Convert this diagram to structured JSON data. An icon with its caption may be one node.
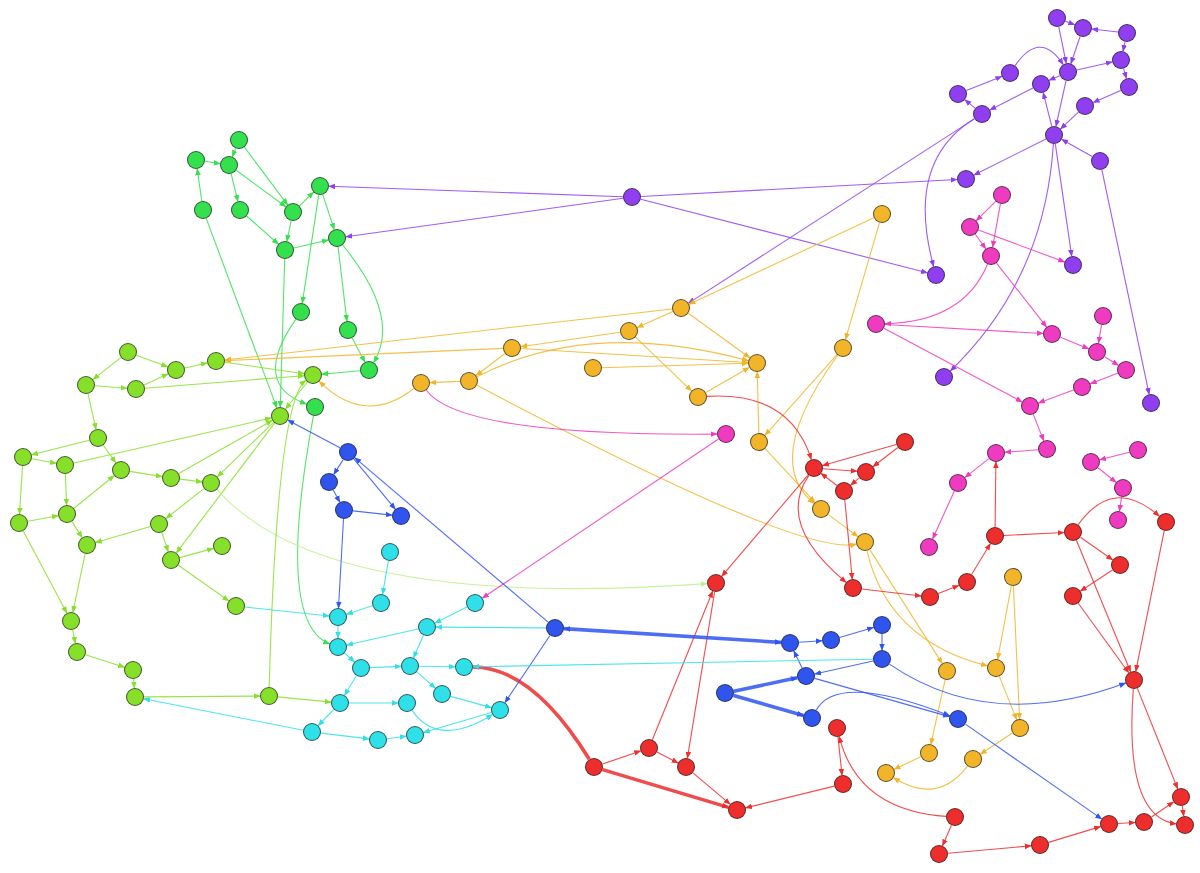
{
  "diagram": {
    "nodes": [
      {
        "text": [],
        "shape": "circle"
      },
      {
        "text": [],
        "shape": "circle"
      },
      {
        "text": [],
        "shape": "circle"
      },
      {
        "text": [],
        "shape": "circle"
      },
      {
        "text": [],
        "shape": "circle"
      },
      {
        "text": [],
        "shape": "circle"
      },
      {
        "text": [],
        "shape": "circle"
      },
      {
        "text": [],
        "shape": "circle"
      },
      {
        "text": [],
        "shape": "circle"
      },
      {
        "text": [],
        "shape": "circle"
      },
      {
        "text": [],
        "shape": "circle"
      },
      {
        "text": [],
        "shape": "circle"
      },
      {
        "text": [],
        "shape": "circle"
      },
      {
        "text": [],
        "shape": "circle"
      },
      {
        "text": [],
        "shape": "circle"
      },
      {
        "text": [],
        "shape": "circle"
      },
      {
        "text": [],
        "shape": "circle"
      },
      {
        "text": [],
        "shape": "circle"
      },
      {
        "text": [],
        "shape": "circle"
      },
      {
        "text": [],
        "shape": "circle"
      },
      {
        "text": [],
        "shape": "circle"
      },
      {
        "text": [],
        "shape": "circle"
      },
      {
        "text": [],
        "shape": "circle"
      },
      {
        "text": [],
        "shape": "circle"
      },
      {
        "text": [],
        "shape": "circle"
      },
      {
        "text": [],
        "shape": "circle"
      },
      {
        "text": [],
        "shape": "circle"
      },
      {
        "text": [],
        "shape": "circle"
      },
      {
        "text": [],
        "shape": "circle"
      },
      {
        "text": [],
        "shape": "circle"
      },
      {
        "text": [],
        "shape": "circle"
      },
      {
        "text": [],
        "shape": "circle"
      },
      {
        "text": [],
        "shape": "circle"
      },
      {
        "text": [],
        "shape": "circle"
      },
      {
        "text": [],
        "shape": "circle"
      },
      {
        "text": [],
        "shape": "circle"
      },
      {
        "text": [],
        "shape": "circle"
      },
      {
        "text": [],
        "shape": "circle"
      },
      {
        "text": [],
        "shape": "circle"
      },
      {
        "text": [],
        "shape": "circle"
      },
      {
        "text": [],
        "shape": "circle"
      },
      {
        "text": [],
        "shape": "circle"
      },
      {
        "text": [],
        "shape": "circle"
      },
      {
        "text": [],
        "shape": "circle"
      },
      {
        "text": [],
        "shape": "circle"
      },
      {
        "text": [],
        "shape": "circle"
      },
      {
        "text": [],
        "shape": "circle"
      },
      {
        "text": [],
        "shape": "circle"
      },
      {
        "text": [],
        "shape": "circle"
      },
      {
        "text": [],
        "shape": "circle"
      },
      {
        "text": [],
        "shape": "circle"
      },
      {
        "text": [],
        "shape": "circle"
      },
      {
        "text": [],
        "shape": "circle"
      },
      {
        "text": [],
        "shape": "circle"
      },
      {
        "text": [],
        "shape": "circle"
      },
      {
        "text": [],
        "shape": "circle"
      },
      {
        "text": [],
        "shape": "circle"
      },
      {
        "text": [],
        "shape": "circle"
      },
      {
        "text": [],
        "shape": "circle"
      },
      {
        "text": [],
        "shape": "circle"
      },
      {
        "text": [],
        "shape": "circle"
      },
      {
        "text": [],
        "shape": "circle"
      },
      {
        "text": [],
        "shape": "circle"
      },
      {
        "text": [],
        "shape": "circle"
      },
      {
        "text": [],
        "shape": "circle"
      },
      {
        "text": [],
        "shape": "circle"
      },
      {
        "text": [],
        "shape": "circle"
      },
      {
        "text": [],
        "shape": "circle"
      },
      {
        "text": [],
        "shape": "circle"
      },
      {
        "text": [],
        "shape": "circle"
      },
      {
        "text": [],
        "shape": "circle"
      },
      {
        "text": [],
        "shape": "circle"
      },
      {
        "text": [],
        "shape": "circle"
      },
      {
        "text": [],
        "shape": "circle"
      },
      {
        "text": [],
        "shape": "circle"
      },
      {
        "text": [],
        "shape": "circle"
      },
      {
        "text": [],
        "shape": "circle"
      },
      {
        "text": [],
        "shape": "circle"
      },
      {
        "text": [],
        "shape": "circle"
      },
      {
        "text": [],
        "shape": "circle"
      },
      {
        "text": [],
        "shape": "circle"
      },
      {
        "text": [],
        "shape": "circle"
      },
      {
        "text": [],
        "shape": "circle"
      },
      {
        "text": [],
        "shape": "circle"
      },
      {
        "text": [],
        "shape": "circle"
      },
      {
        "text": [],
        "shape": "circle"
      },
      {
        "text": [],
        "shape": "circle"
      },
      {
        "text": [],
        "shape": "circle"
      },
      {
        "text": [],
        "shape": "circle"
      },
      {
        "text": [],
        "shape": "circle"
      },
      {
        "text": [],
        "shape": "circle"
      },
      {
        "text": [],
        "shape": "circle"
      },
      {
        "text": [],
        "shape": "circle"
      },
      {
        "text": [],
        "shape": "circle"
      },
      {
        "text": [],
        "shape": "circle"
      },
      {
        "text": [],
        "shape": "circle"
      },
      {
        "text": [],
        "shape": "circle"
      },
      {
        "text": [],
        "shape": "circle"
      },
      {
        "text": [],
        "shape": "circle"
      },
      {
        "text": [],
        "shape": "circle"
      },
      {
        "text": [],
        "shape": "circle"
      },
      {
        "text": [],
        "shape": "circle"
      },
      {
        "text": [],
        "shape": "circle"
      },
      {
        "text": [],
        "shape": "circle"
      },
      {
        "text": [],
        "shape": "circle"
      },
      {
        "text": [],
        "shape": "circle"
      },
      {
        "text": [],
        "shape": "circle"
      },
      {
        "text": [],
        "shape": "circle"
      },
      {
        "text": [],
        "shape": "circle"
      },
      {
        "text": [],
        "shape": "circle"
      },
      {
        "text": [],
        "shape": "circle"
      },
      {
        "text": [],
        "shape": "circle"
      },
      {
        "text": [],
        "shape": "circle"
      },
      {
        "text": [],
        "shape": "circle"
      },
      {
        "text": [],
        "shape": "circle"
      },
      {
        "text": [],
        "shape": "circle"
      },
      {
        "text": [],
        "shape": "circle"
      },
      {
        "text": [],
        "shape": "circle"
      },
      {
        "text": [],
        "shape": "circle"
      },
      {
        "text": [],
        "shape": "circle"
      },
      {
        "text": [],
        "shape": "circle"
      },
      {
        "text": [],
        "shape": "circle"
      },
      {
        "text": [],
        "shape": "circle"
      },
      {
        "text": [],
        "shape": "circle"
      },
      {
        "text": [],
        "shape": "circle"
      },
      {
        "text": [],
        "shape": "circle"
      },
      {
        "text": [],
        "shape": "circle"
      },
      {
        "text": [],
        "shape": "circle"
      },
      {
        "text": [],
        "shape": "circle"
      },
      {
        "text": [],
        "shape": "circle"
      },
      {
        "text": [],
        "shape": "circle"
      },
      {
        "text": [],
        "shape": "circle"
      },
      {
        "text": [],
        "shape": "circle"
      },
      {
        "text": [],
        "shape": "circle"
      },
      {
        "text": [],
        "shape": "circle"
      },
      {
        "text": [],
        "shape": "circle"
      },
      {
        "text": [],
        "shape": "circle"
      },
      {
        "text": [],
        "shape": "circle"
      },
      {
        "text": [],
        "shape": "circle"
      },
      {
        "text": [],
        "shape": "circle"
      },
      {
        "text": [],
        "shape": "circle"
      },
      {
        "text": [],
        "shape": "circle"
      },
      {
        "text": [],
        "shape": "circle"
      },
      {
        "text": [],
        "shape": "circle"
      },
      {
        "text": [],
        "shape": "circle"
      },
      {
        "text": [],
        "shape": "circle"
      },
      {
        "text": [],
        "shape": "circle"
      },
      {
        "text": [],
        "shape": "circle"
      },
      {
        "text": [],
        "shape": "circle"
      },
      {
        "text": [],
        "shape": "circle"
      },
      {
        "text": [],
        "shape": "circle"
      },
      {
        "text": [],
        "shape": "circle"
      }
    ],
    "edges": [
      {
        "from": 0,
        "to": 25,
        "arrow": "to",
        "color": "#8f3ff0"
      },
      {
        "from": 0,
        "to": 27,
        "arrow": "to",
        "color": "#8f3ff0"
      },
      {
        "from": 0,
        "to": 14,
        "arrow": "to",
        "color": "#8f3ff0"
      },
      {
        "from": 0,
        "to": 15,
        "arrow": "to",
        "color": "#8f3ff0"
      },
      {
        "from": 4,
        "to": 5,
        "arrow": "to",
        "color": "#8f3ff0"
      },
      {
        "from": 5,
        "to": 9,
        "arrow": "to",
        "color": "#8f3ff0"
      },
      {
        "from": 9,
        "to": 11,
        "arrow": "to",
        "color": "#8f3ff0"
      },
      {
        "from": 11,
        "to": 8,
        "arrow": "to",
        "color": "#8f3ff0"
      },
      {
        "from": 8,
        "to": 4,
        "arrow": "to",
        "color": "#8f3ff0"
      },
      {
        "from": 5,
        "to": 6,
        "arrow": "to",
        "color": "#8f3ff0"
      },
      {
        "from": 6,
        "to": 7,
        "arrow": "to",
        "color": "#8f3ff0"
      },
      {
        "from": 7,
        "to": 10,
        "arrow": "to",
        "color": "#8f3ff0"
      },
      {
        "from": 10,
        "to": 12,
        "arrow": "to",
        "color": "#8f3ff0"
      },
      {
        "from": 12,
        "to": 9,
        "arrow": "to",
        "color": "#8f3ff0"
      },
      {
        "from": 5,
        "to": 12,
        "arrow": "to",
        "color": "#8f3ff0"
      },
      {
        "from": 3,
        "to": 2,
        "arrow": "to",
        "color": "#8f3ff0"
      },
      {
        "from": 1,
        "to": 2,
        "arrow": "to",
        "color": "#8f3ff0"
      },
      {
        "from": 1,
        "to": 5,
        "arrow": "to",
        "color": "#8f3ff0"
      },
      {
        "from": 2,
        "to": 5,
        "arrow": "to",
        "color": "#8f3ff0"
      },
      {
        "from": 3,
        "to": 6,
        "arrow": "to",
        "color": "#8f3ff0"
      },
      {
        "from": 12,
        "to": 14,
        "arrow": "to",
        "color": "#8f3ff0"
      },
      {
        "from": 13,
        "to": 12,
        "arrow": "to",
        "color": "#8f3ff0"
      },
      {
        "from": 12,
        "to": 16,
        "arrow": "to",
        "color": "#8f3ff0"
      },
      {
        "from": 13,
        "to": 18,
        "arrow": "to",
        "color": "#8f3ff0"
      },
      {
        "from": 11,
        "to": 15,
        "arrow": "to",
        "color": "#8f3ff0"
      },
      {
        "from": 12,
        "to": 17,
        "arrow": "to",
        "color": "#8f3ff0"
      },
      {
        "from": 11,
        "to": 58,
        "arrow": "to",
        "color": "#8f3ff0"
      },
      {
        "from": 19,
        "to": 21,
        "arrow": "to",
        "color": "#35e04f"
      },
      {
        "from": 20,
        "to": 21,
        "arrow": "to",
        "color": "#35e04f"
      },
      {
        "from": 21,
        "to": 23,
        "arrow": "to",
        "color": "#35e04f"
      },
      {
        "from": 22,
        "to": 19,
        "arrow": "to",
        "color": "#35e04f"
      },
      {
        "from": 22,
        "to": 38,
        "arrow": "to",
        "color": "#35e04f"
      },
      {
        "from": 20,
        "to": 24,
        "arrow": "to",
        "color": "#35e04f"
      },
      {
        "from": 21,
        "to": 24,
        "arrow": "to",
        "color": "#35e04f"
      },
      {
        "from": 23,
        "to": 26,
        "arrow": "to",
        "color": "#35e04f"
      },
      {
        "from": 24,
        "to": 25,
        "arrow": "to",
        "color": "#35e04f"
      },
      {
        "from": 25,
        "to": 27,
        "arrow": "to",
        "color": "#35e04f"
      },
      {
        "from": 24,
        "to": 26,
        "arrow": "to",
        "color": "#35e04f"
      },
      {
        "from": 26,
        "to": 27,
        "arrow": "to",
        "color": "#35e04f"
      },
      {
        "from": 25,
        "to": 28,
        "arrow": "to",
        "color": "#35e04f"
      },
      {
        "from": 27,
        "to": 29,
        "arrow": "to",
        "color": "#35e04f"
      },
      {
        "from": 28,
        "to": 30,
        "arrow": "to",
        "color": "#35e04f"
      },
      {
        "from": 26,
        "to": 38,
        "arrow": "to",
        "color": "#35e04f"
      },
      {
        "from": 27,
        "to": 31,
        "arrow": "to",
        "color": "#35e04f"
      },
      {
        "from": 30,
        "to": 141,
        "arrow": "to",
        "color": "#35e04f"
      },
      {
        "from": 29,
        "to": 31,
        "arrow": "to",
        "color": "#35e04f"
      },
      {
        "from": 31,
        "to": 37,
        "arrow": "to",
        "color": "#35e04f"
      },
      {
        "from": 32,
        "to": 33,
        "arrow": "to",
        "color": "#86e02a"
      },
      {
        "from": 33,
        "to": 34,
        "arrow": "to",
        "color": "#86e02a"
      },
      {
        "from": 32,
        "to": 35,
        "arrow": "to",
        "color": "#86e02a"
      },
      {
        "from": 35,
        "to": 36,
        "arrow": "to",
        "color": "#86e02a"
      },
      {
        "from": 36,
        "to": 33,
        "arrow": "to",
        "color": "#86e02a"
      },
      {
        "from": 35,
        "to": 39,
        "arrow": "to",
        "color": "#86e02a"
      },
      {
        "from": 39,
        "to": 40,
        "arrow": "to",
        "color": "#86e02a"
      },
      {
        "from": 39,
        "to": 42,
        "arrow": "to",
        "color": "#86e02a"
      },
      {
        "from": 42,
        "to": 43,
        "arrow": "to",
        "color": "#86e02a"
      },
      {
        "from": 40,
        "to": 41,
        "arrow": "to",
        "color": "#86e02a"
      },
      {
        "from": 41,
        "to": 46,
        "arrow": "to",
        "color": "#86e02a"
      },
      {
        "from": 40,
        "to": 45,
        "arrow": "to",
        "color": "#86e02a"
      },
      {
        "from": 45,
        "to": 52,
        "arrow": "to",
        "color": "#86e02a"
      },
      {
        "from": 46,
        "to": 48,
        "arrow": "to",
        "color": "#86e02a"
      },
      {
        "from": 47,
        "to": 48,
        "arrow": "to",
        "color": "#86e02a"
      },
      {
        "from": 43,
        "to": 44,
        "arrow": "to",
        "color": "#86e02a"
      },
      {
        "from": 44,
        "to": 47,
        "arrow": "to",
        "color": "#86e02a"
      },
      {
        "from": 47,
        "to": 49,
        "arrow": "to",
        "color": "#86e02a"
      },
      {
        "from": 49,
        "to": 50,
        "arrow": "to",
        "color": "#86e02a"
      },
      {
        "from": 49,
        "to": 51,
        "arrow": "to",
        "color": "#86e02a"
      },
      {
        "from": 48,
        "to": 52,
        "arrow": "to",
        "color": "#86e02a"
      },
      {
        "from": 52,
        "to": 53,
        "arrow": "to",
        "color": "#86e02a"
      },
      {
        "from": 53,
        "to": 54,
        "arrow": "to",
        "color": "#86e02a"
      },
      {
        "from": 54,
        "to": 55,
        "arrow": "to",
        "color": "#86e02a"
      },
      {
        "from": 55,
        "to": 56,
        "arrow": "to",
        "color": "#86e02a"
      },
      {
        "from": 38,
        "to": 44,
        "arrow": "to",
        "color": "#86e02a"
      },
      {
        "from": 37,
        "to": 38,
        "arrow": "to",
        "color": "#86e02a"
      },
      {
        "from": 36,
        "to": 37,
        "arrow": "to",
        "color": "#86e02a"
      },
      {
        "from": 41,
        "to": 38,
        "arrow": "to",
        "color": "#86e02a"
      },
      {
        "from": 43,
        "to": 38,
        "arrow": "to",
        "color": "#86e02a"
      },
      {
        "from": 38,
        "to": 49,
        "arrow": "to",
        "color": "#86e02a"
      },
      {
        "from": 34,
        "to": 37,
        "arrow": "to",
        "color": "#86e02a"
      },
      {
        "from": 45,
        "to": 46,
        "arrow": "to",
        "color": "#86e02a"
      },
      {
        "from": 46,
        "to": 42,
        "arrow": "to",
        "color": "#86e02a"
      },
      {
        "from": 44,
        "to": 105,
        "arrow": "to",
        "color": "#bdf08a"
      },
      {
        "from": 56,
        "to": 37,
        "arrow": "to",
        "color": "#86e02a"
      },
      {
        "from": 58,
        "to": 59,
        "arrow": "to",
        "color": "#f2b52a"
      },
      {
        "from": 59,
        "to": 60,
        "arrow": "to",
        "color": "#f2b52a"
      },
      {
        "from": 60,
        "to": 62,
        "arrow": "to",
        "color": "#f2b52a"
      },
      {
        "from": 62,
        "to": 63,
        "arrow": "to",
        "color": "#f2b52a"
      },
      {
        "from": 61,
        "to": 64,
        "arrow": "to",
        "color": "#f2b52a"
      },
      {
        "from": 60,
        "to": 64,
        "arrow": "to",
        "color": "#f2b52a"
      },
      {
        "from": 62,
        "to": 64,
        "arrow": "to",
        "color": "#f2b52a"
      },
      {
        "from": 58,
        "to": 64,
        "arrow": "to",
        "color": "#f2b52a"
      },
      {
        "from": 59,
        "to": 66,
        "arrow": "to",
        "color": "#f2b52a"
      },
      {
        "from": 66,
        "to": 64,
        "arrow": "to",
        "color": "#f2b52a"
      },
      {
        "from": 67,
        "to": 64,
        "arrow": "to",
        "color": "#f2b52a"
      },
      {
        "from": 65,
        "to": 67,
        "arrow": "to",
        "color": "#f2b52a"
      },
      {
        "from": 57,
        "to": 65,
        "arrow": "to",
        "color": "#f2b52a"
      },
      {
        "from": 57,
        "to": 58,
        "arrow": "to",
        "color": "#f2b52a"
      },
      {
        "from": 65,
        "to": 68,
        "arrow": "to",
        "color": "#f2b52a"
      },
      {
        "from": 67,
        "to": 68,
        "arrow": "to",
        "color": "#f2b52a"
      },
      {
        "from": 68,
        "to": 69,
        "arrow": "to",
        "color": "#f2b52a"
      },
      {
        "from": 62,
        "to": 69,
        "arrow": "to",
        "color": "#f2b52a"
      },
      {
        "from": 60,
        "to": 34,
        "arrow": "to",
        "color": "#f2b52a"
      },
      {
        "from": 63,
        "to": 37,
        "arrow": "to",
        "color": "#f2b52a"
      },
      {
        "from": 58,
        "to": 34,
        "arrow": "to",
        "color": "#f2b52a"
      },
      {
        "from": 69,
        "to": 71,
        "arrow": "to",
        "color": "#f2b52a"
      },
      {
        "from": 69,
        "to": 72,
        "arrow": "to",
        "color": "#f2b52a"
      },
      {
        "from": 70,
        "to": 73,
        "arrow": "to",
        "color": "#f2b52a"
      },
      {
        "from": 72,
        "to": 73,
        "arrow": "to",
        "color": "#f2b52a"
      },
      {
        "from": 71,
        "to": 74,
        "arrow": "to",
        "color": "#f2b52a"
      },
      {
        "from": 73,
        "to": 75,
        "arrow": "to",
        "color": "#f2b52a"
      },
      {
        "from": 74,
        "to": 76,
        "arrow": "to",
        "color": "#f2b52a"
      },
      {
        "from": 75,
        "to": 76,
        "arrow": "to",
        "color": "#f2b52a"
      },
      {
        "from": 70,
        "to": 72,
        "arrow": "to",
        "color": "#f2b52a"
      },
      {
        "from": 77,
        "to": 78,
        "arrow": "to",
        "color": "#ee3bbf"
      },
      {
        "from": 78,
        "to": 79,
        "arrow": "to",
        "color": "#ee3bbf"
      },
      {
        "from": 79,
        "to": 80,
        "arrow": "to",
        "color": "#ee3bbf"
      },
      {
        "from": 77,
        "to": 79,
        "arrow": "to",
        "color": "#ee3bbf"
      },
      {
        "from": 79,
        "to": 81,
        "arrow": "to",
        "color": "#ee3bbf"
      },
      {
        "from": 81,
        "to": 83,
        "arrow": "to",
        "color": "#ee3bbf"
      },
      {
        "from": 82,
        "to": 83,
        "arrow": "to",
        "color": "#ee3bbf"
      },
      {
        "from": 83,
        "to": 84,
        "arrow": "to",
        "color": "#ee3bbf"
      },
      {
        "from": 84,
        "to": 85,
        "arrow": "to",
        "color": "#ee3bbf"
      },
      {
        "from": 85,
        "to": 86,
        "arrow": "to",
        "color": "#ee3bbf"
      },
      {
        "from": 86,
        "to": 89,
        "arrow": "to",
        "color": "#ee3bbf"
      },
      {
        "from": 89,
        "to": 90,
        "arrow": "to",
        "color": "#ee3bbf"
      },
      {
        "from": 90,
        "to": 91,
        "arrow": "to",
        "color": "#ee3bbf"
      },
      {
        "from": 87,
        "to": 88,
        "arrow": "to",
        "color": "#ee3bbf"
      },
      {
        "from": 88,
        "to": 92,
        "arrow": "to",
        "color": "#ee3bbf"
      },
      {
        "from": 92,
        "to": 93,
        "arrow": "to",
        "color": "#ee3bbf"
      },
      {
        "from": 91,
        "to": 94,
        "arrow": "to",
        "color": "#ee3bbf"
      },
      {
        "from": 95,
        "to": 139,
        "arrow": "to",
        "color": "#ee3bbf"
      },
      {
        "from": 63,
        "to": 95,
        "arrow": "to",
        "color": "#ee3bbf"
      },
      {
        "from": 80,
        "to": 86,
        "arrow": "to",
        "color": "#ee3bbf"
      },
      {
        "from": 80,
        "to": 81,
        "arrow": "to",
        "color": "#ee3bbf"
      },
      {
        "from": 78,
        "to": 16,
        "arrow": "to",
        "color": "#ee3bbf"
      },
      {
        "from": 96,
        "to": 97,
        "arrow": "to",
        "color": "#ee2d2d"
      },
      {
        "from": 97,
        "to": 98,
        "arrow": "to",
        "color": "#ee2d2d"
      },
      {
        "from": 98,
        "to": 99,
        "arrow": "to",
        "color": "#ee2d2d"
      },
      {
        "from": 99,
        "to": 97,
        "arrow": "to",
        "color": "#ee2d2d"
      },
      {
        "from": 96,
        "to": 98,
        "arrow": "to",
        "color": "#ee2d2d"
      },
      {
        "from": 97,
        "to": 106,
        "arrow": "to",
        "color": "#ee2d2d"
      },
      {
        "from": 99,
        "to": 106,
        "arrow": "to",
        "color": "#ee2d2d"
      },
      {
        "from": 100,
        "to": 101,
        "arrow": "to",
        "color": "#ee2d2d"
      },
      {
        "from": 101,
        "to": 102,
        "arrow": "to",
        "color": "#ee2d2d"
      },
      {
        "from": 101,
        "to": 103,
        "arrow": "to",
        "color": "#ee2d2d"
      },
      {
        "from": 103,
        "to": 104,
        "arrow": "to",
        "color": "#ee2d2d"
      },
      {
        "from": 102,
        "to": 109,
        "arrow": "to",
        "color": "#ee2d2d"
      },
      {
        "from": 101,
        "to": 109,
        "arrow": "to",
        "color": "#ee2d2d"
      },
      {
        "from": 104,
        "to": 109,
        "arrow": "to",
        "color": "#ee2d2d"
      },
      {
        "from": 109,
        "to": 121,
        "arrow": "to",
        "color": "#ee2d2d"
      },
      {
        "from": 109,
        "to": 122,
        "arrow": "to",
        "color": "#ee2d2d"
      },
      {
        "from": 119,
        "to": 120,
        "arrow": "to",
        "color": "#ee2d2d"
      },
      {
        "from": 120,
        "to": 121,
        "arrow": "to",
        "color": "#ee2d2d"
      },
      {
        "from": 121,
        "to": 122,
        "arrow": "to",
        "color": "#ee2d2d"
      },
      {
        "from": 117,
        "to": 119,
        "arrow": "to",
        "color": "#ee2d2d"
      },
      {
        "from": 116,
        "to": 118,
        "arrow": "to",
        "color": "#ee2d2d"
      },
      {
        "from": 118,
        "to": 117,
        "arrow": "to",
        "color": "#ee2d2d"
      },
      {
        "from": 116,
        "to": 114,
        "arrow": "to",
        "color": "#ee2d2d"
      },
      {
        "from": 114,
        "to": 115,
        "arrow": "to",
        "color": "#ee2d2d"
      },
      {
        "from": 115,
        "to": 113,
        "arrow": "to",
        "color": "#ee2d2d"
      },
      {
        "from": 112,
        "to": 113,
        "arrow": "to",
        "color": "#ee2d2d"
      },
      {
        "from": 110,
        "to": 112,
        "arrow": "to",
        "color": "#ee2d2d"
      },
      {
        "from": 111,
        "to": 110,
        "arrow": "to",
        "color": "#ee2d2d"
      },
      {
        "from": 111,
        "to": 113,
        "arrow": "to",
        "color": "#ee2d2d",
        "style": "thick"
      },
      {
        "from": 111,
        "to": 144,
        "arrow": "to",
        "color": "#ee2d2d",
        "style": "thick"
      },
      {
        "from": 110,
        "to": 105,
        "arrow": "to",
        "color": "#ee2d2d"
      },
      {
        "from": 105,
        "to": 112,
        "arrow": "to",
        "color": "#ee2d2d"
      },
      {
        "from": 97,
        "to": 105,
        "arrow": "to",
        "color": "#ee2d2d"
      },
      {
        "from": 106,
        "to": 107,
        "arrow": "to",
        "color": "#ee2d2d"
      },
      {
        "from": 107,
        "to": 108,
        "arrow": "to",
        "color": "#ee2d2d"
      },
      {
        "from": 108,
        "to": 100,
        "arrow": "to",
        "color": "#ee2d2d"
      },
      {
        "from": 100,
        "to": 90,
        "arrow": "to",
        "color": "#ee2d2d"
      },
      {
        "from": 66,
        "to": 97,
        "arrow": "to",
        "color": "#ee2d2d"
      },
      {
        "from": 123,
        "to": 124,
        "arrow": "to",
        "color": "#2f55ee"
      },
      {
        "from": 124,
        "to": 125,
        "arrow": "to",
        "color": "#2f55ee"
      },
      {
        "from": 125,
        "to": 126,
        "arrow": "to",
        "color": "#2f55ee"
      },
      {
        "from": 123,
        "to": 126,
        "arrow": "to",
        "color": "#2f55ee"
      },
      {
        "from": 127,
        "to": 123,
        "arrow": "to",
        "color": "#2f55ee"
      },
      {
        "from": 127,
        "to": 128,
        "arrow": "both",
        "color": "#2f55ee",
        "style": "thick"
      },
      {
        "from": 128,
        "to": 129,
        "arrow": "to",
        "color": "#2f55ee"
      },
      {
        "from": 129,
        "to": 130,
        "arrow": "to",
        "color": "#2f55ee"
      },
      {
        "from": 130,
        "to": 131,
        "arrow": "to",
        "color": "#2f55ee"
      },
      {
        "from": 131,
        "to": 132,
        "arrow": "to",
        "color": "#2f55ee"
      },
      {
        "from": 132,
        "to": 128,
        "arrow": "to",
        "color": "#2f55ee"
      },
      {
        "from": 133,
        "to": 132,
        "arrow": "to",
        "color": "#2f55ee",
        "style": "thick"
      },
      {
        "from": 133,
        "to": 134,
        "arrow": "to",
        "color": "#2f55ee",
        "style": "thick"
      },
      {
        "from": 134,
        "to": 135,
        "arrow": "to",
        "color": "#2f55ee"
      },
      {
        "from": 132,
        "to": 135,
        "arrow": "to",
        "color": "#2f55ee"
      },
      {
        "from": 127,
        "to": 148,
        "arrow": "to",
        "color": "#2f55ee"
      },
      {
        "from": 123,
        "to": 38,
        "arrow": "to",
        "color": "#2f55ee"
      },
      {
        "from": 125,
        "to": 138,
        "arrow": "to",
        "color": "#2f55ee"
      },
      {
        "from": 131,
        "to": 109,
        "arrow": "to",
        "color": "#2f55ee"
      },
      {
        "from": 135,
        "to": 119,
        "arrow": "to",
        "color": "#2f55ee"
      },
      {
        "from": 136,
        "to": 137,
        "arrow": "to",
        "color": "#2fe0e8"
      },
      {
        "from": 137,
        "to": 138,
        "arrow": "to",
        "color": "#2fe0e8"
      },
      {
        "from": 138,
        "to": 141,
        "arrow": "to",
        "color": "#2fe0e8"
      },
      {
        "from": 141,
        "to": 142,
        "arrow": "to",
        "color": "#2fe0e8"
      },
      {
        "from": 142,
        "to": 143,
        "arrow": "to",
        "color": "#2fe0e8"
      },
      {
        "from": 143,
        "to": 144,
        "arrow": "to",
        "color": "#2fe0e8"
      },
      {
        "from": 139,
        "to": 140,
        "arrow": "to",
        "color": "#2fe0e8"
      },
      {
        "from": 140,
        "to": 141,
        "arrow": "to",
        "color": "#2fe0e8"
      },
      {
        "from": 140,
        "to": 143,
        "arrow": "to",
        "color": "#2fe0e8"
      },
      {
        "from": 142,
        "to": 146,
        "arrow": "to",
        "color": "#2fe0e8"
      },
      {
        "from": 146,
        "to": 147,
        "arrow": "to",
        "color": "#2fe0e8"
      },
      {
        "from": 147,
        "to": 148,
        "arrow": "to",
        "color": "#2fe0e8"
      },
      {
        "from": 143,
        "to": 145,
        "arrow": "to",
        "color": "#2fe0e8"
      },
      {
        "from": 145,
        "to": 148,
        "arrow": "to",
        "color": "#2fe0e8"
      },
      {
        "from": 146,
        "to": 149,
        "arrow": "to",
        "color": "#2fe0e8"
      },
      {
        "from": 149,
        "to": 150,
        "arrow": "to",
        "color": "#2fe0e8"
      },
      {
        "from": 150,
        "to": 151,
        "arrow": "to",
        "color": "#2fe0e8"
      },
      {
        "from": 148,
        "to": 151,
        "arrow": "to",
        "color": "#2fe0e8"
      },
      {
        "from": 127,
        "to": 140,
        "arrow": "to",
        "color": "#2fe0e8"
      },
      {
        "from": 56,
        "to": 146,
        "arrow": "to",
        "color": "#86e02a"
      },
      {
        "from": 149,
        "to": 55,
        "arrow": "to",
        "color": "#2fe0e8"
      },
      {
        "from": 51,
        "to": 138,
        "arrow": "to",
        "color": "#2fe0e8"
      },
      {
        "from": 131,
        "to": 144,
        "arrow": "to",
        "color": "#2fe0e8"
      }
    ]
  }
}
